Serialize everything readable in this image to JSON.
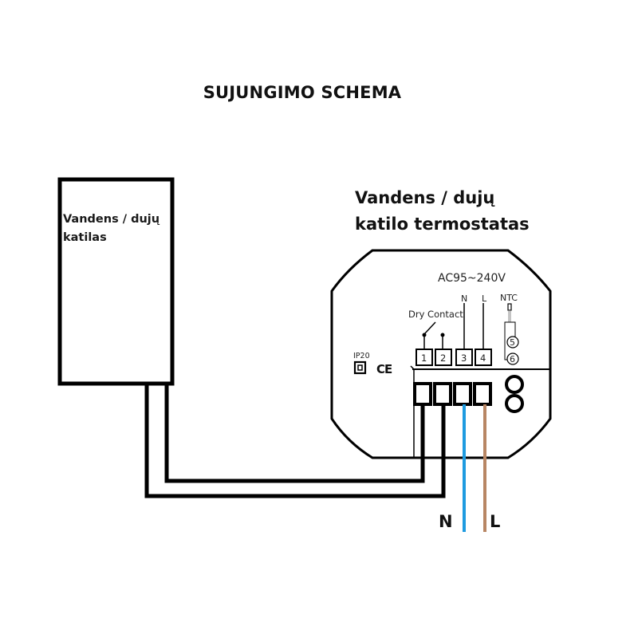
{
  "title": "SUJUNGIMO SCHEMA",
  "boiler": {
    "label_line1": "Vandens / dujų",
    "label_line2": "katilas"
  },
  "thermostat": {
    "label_line1": "Vandens / dujų",
    "label_line2": "katilo termostatas",
    "voltage": "AC95~240V",
    "dry_contact": "Dry Contact",
    "n_top": "N",
    "l_top": "L",
    "ntc": "NTC",
    "ntc_pins": [
      "5",
      "6"
    ],
    "terminals": [
      "1",
      "2",
      "3",
      "4"
    ],
    "ip_rating": "IP20",
    "ce_mark": "CE"
  },
  "wires": {
    "neutral_label": "N",
    "live_label": "L",
    "neutral_color": "#1e9be0",
    "live_color": "#b88664",
    "control_color": "#000000"
  }
}
